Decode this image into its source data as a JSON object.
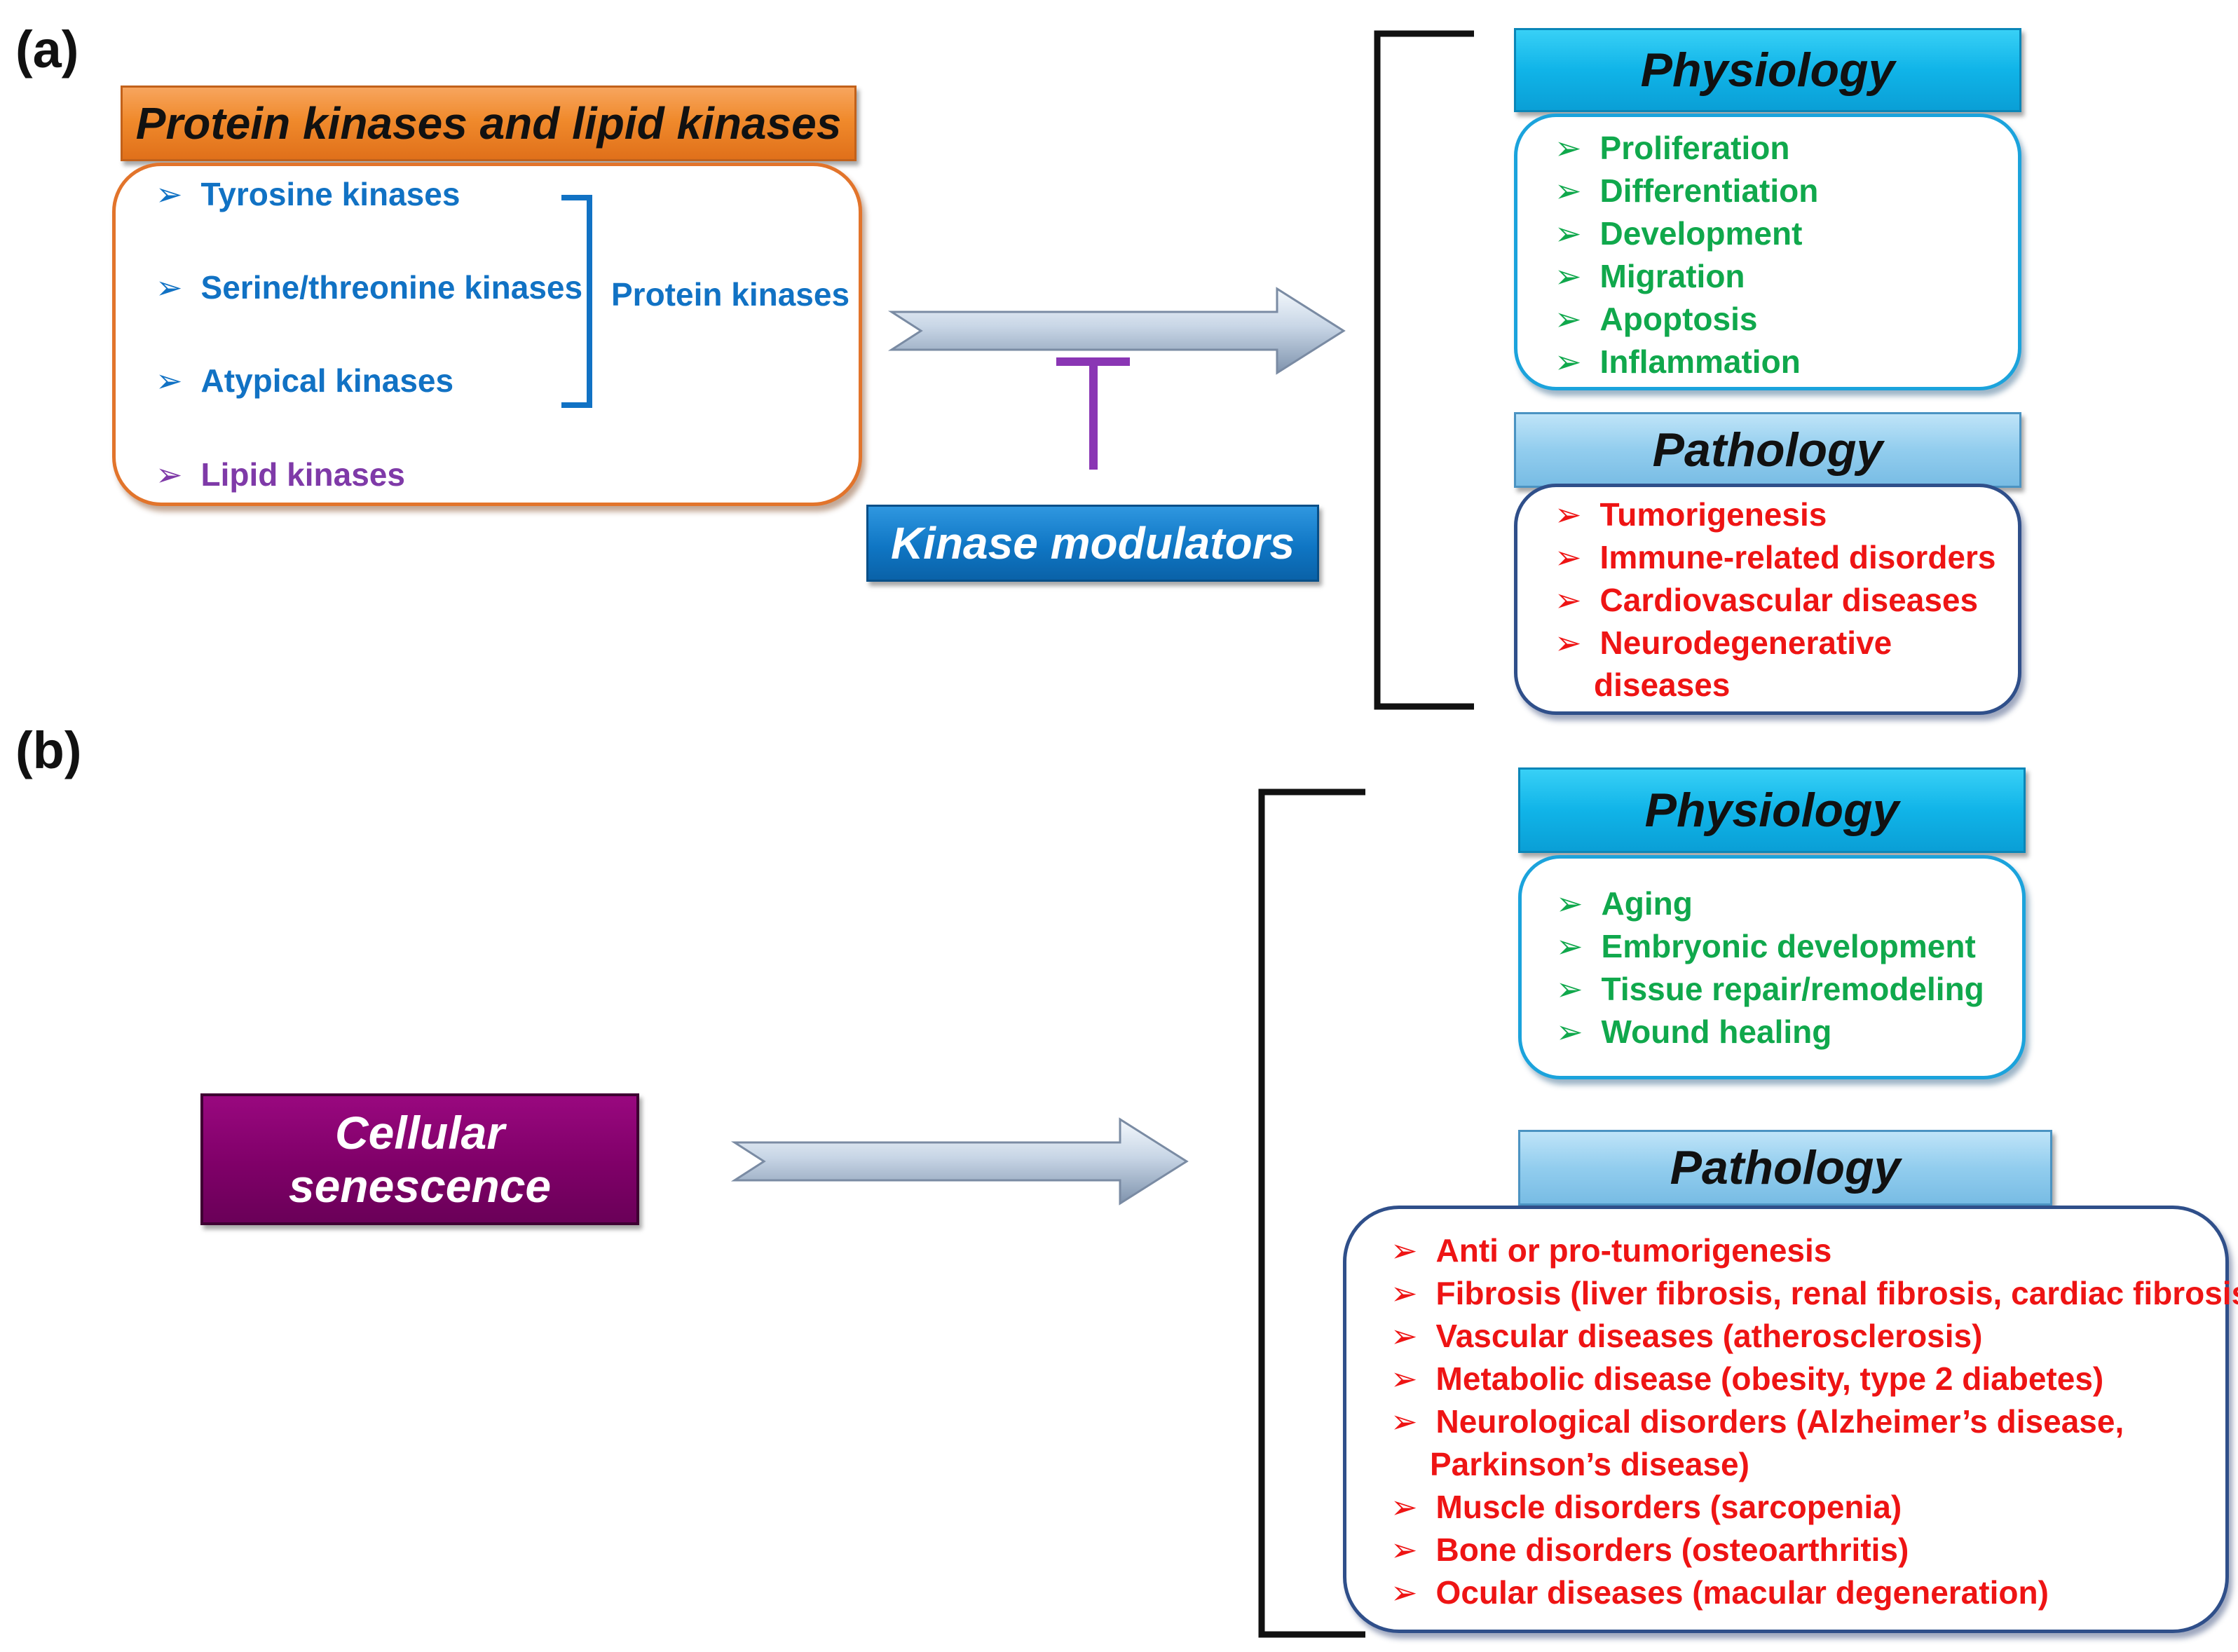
{
  "panel_a": {
    "label": "(a)",
    "kinases": {
      "title": "Protein kinases and lipid kinases",
      "items": [
        {
          "label": "Tyrosine kinases"
        },
        {
          "label": "Serine/threonine kinases"
        },
        {
          "label": "Atypical kinases"
        },
        {
          "label": "Lipid kinases"
        }
      ],
      "bracket_label": "Protein kinases"
    },
    "modulators": {
      "label": "Kinase modulators",
      "inhibit_symbol": "T"
    },
    "physiology": {
      "title": "Physiology",
      "items": [
        "Proliferation",
        "Differentiation",
        "Development",
        "Migration",
        "Apoptosis",
        "Inflammation"
      ]
    },
    "pathology": {
      "title": "Pathology",
      "items": [
        "Tumorigenesis",
        "Immune-related disorders",
        "Cardiovascular diseases",
        "Neurodegenerative",
        "diseases"
      ]
    }
  },
  "panel_b": {
    "label": "(b)",
    "senescence": {
      "line1": "Cellular",
      "line2": "senescence"
    },
    "physiology": {
      "title": "Physiology",
      "items": [
        "Aging",
        "Embryonic development",
        "Tissue repair/remodeling",
        "Wound healing"
      ]
    },
    "pathology": {
      "title": "Pathology",
      "items": [
        "Anti or pro-tumorigenesis",
        "Fibrosis (liver fibrosis, renal fibrosis, cardiac fibrosis)",
        "Vascular diseases (atherosclerosis)",
        "Metabolic disease (obesity, type 2 diabetes)",
        "Neurological disorders (Alzheimer’s disease,",
        "Parkinson’s disease)",
        "Muscle disorders (sarcopenia)",
        "Bone disorders (osteoarthritis)",
        "Ocular diseases (macular degeneration)"
      ]
    }
  },
  "bullet_glyph": "➢",
  "colors": {
    "kinase_text": "#1172c4",
    "lipid_text": "#7f3aa8",
    "physiology_text": "#10a84c",
    "pathology_text": "#ee1414",
    "orange": "#f08a2c",
    "cyan": "#10b4e8",
    "light_blue": "#92cdee",
    "modulator_blue": "#0f76c4",
    "senescence_purple": "#7f0068"
  }
}
